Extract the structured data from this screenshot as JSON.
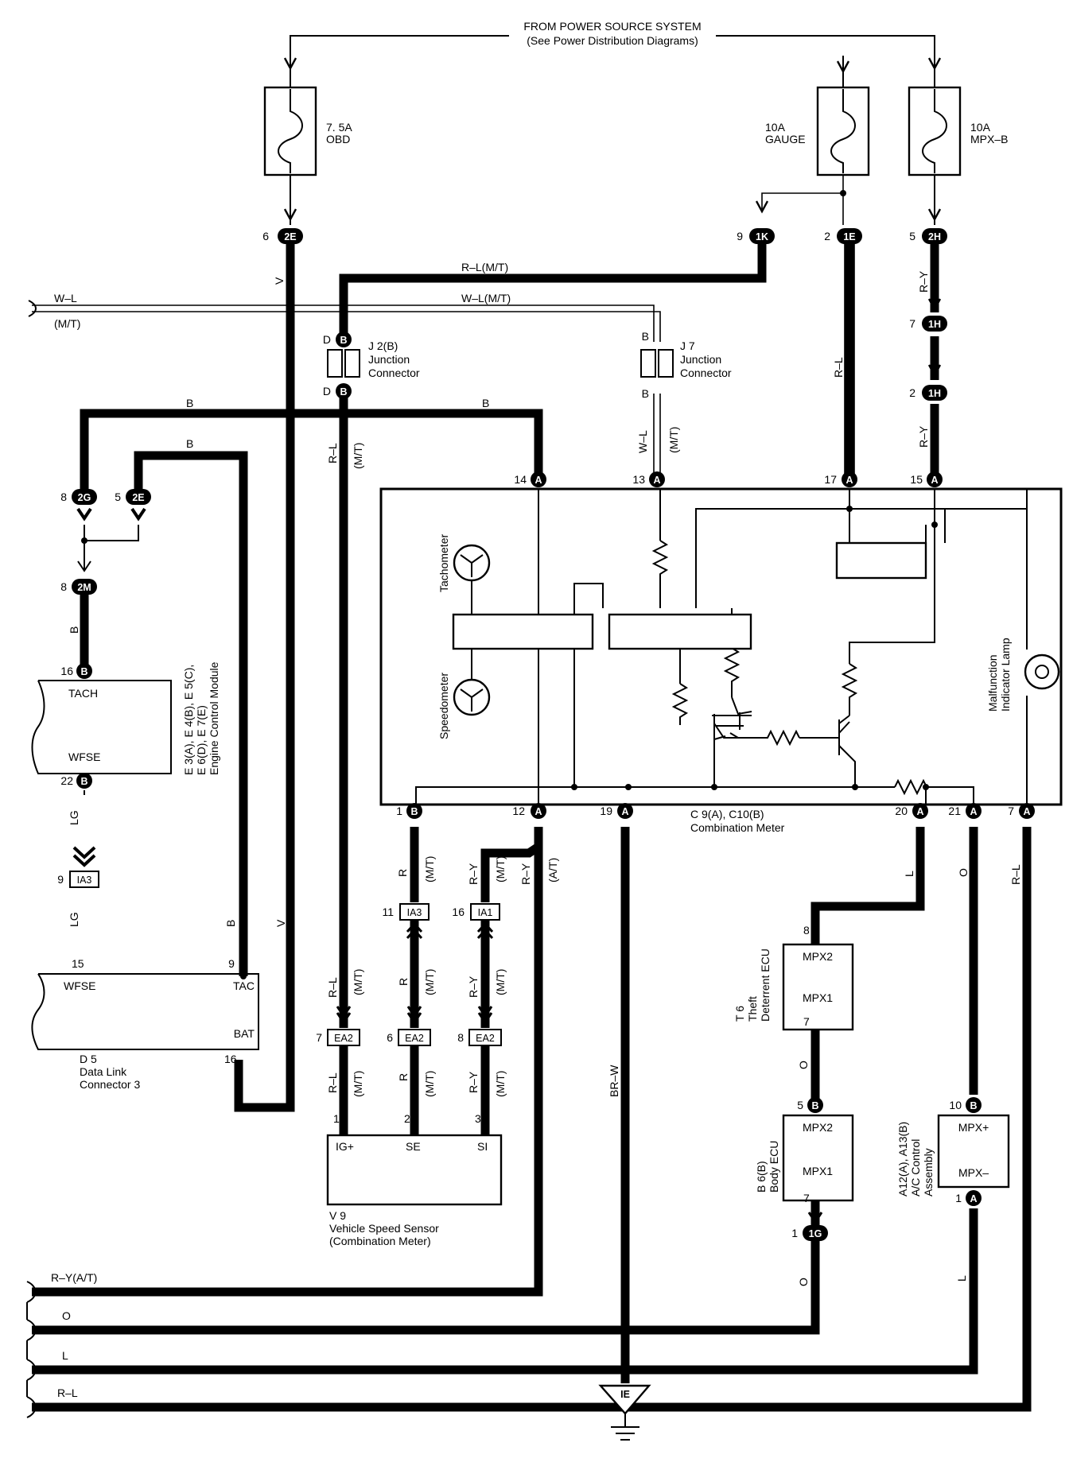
{
  "power_source": {
    "line1": "FROM POWER SOURCE SYSTEM",
    "line2": "(See Power Distribution Diagrams)"
  },
  "fuses": [
    {
      "rating": "7. 5A",
      "name": "OBD"
    },
    {
      "rating": "10A",
      "name": "GAUGE"
    },
    {
      "rating": "10A",
      "name": "MPX–B"
    }
  ],
  "connectors": {
    "c_2E_top": {
      "pin": "6",
      "id": "2E"
    },
    "c_1K": {
      "pin": "9",
      "id": "1K"
    },
    "c_1E": {
      "pin": "2",
      "id": "1E"
    },
    "c_2H": {
      "pin": "5",
      "id": "2H"
    },
    "c_1H_a": {
      "pin": "7",
      "id": "1H"
    },
    "c_1H_b": {
      "pin": "2",
      "id": "1H"
    },
    "c_J2_top": {
      "pin": "D",
      "id": "B"
    },
    "c_J2_bot": {
      "pin": "D",
      "id": "B"
    },
    "c_J7_top": {
      "pin": "B"
    },
    "c_J7_bot": {
      "pin": "B"
    },
    "c_2G": {
      "pin": "8",
      "id": "2G"
    },
    "c_2E_left": {
      "pin": "5",
      "id": "2E"
    },
    "c_2M": {
      "pin": "8",
      "id": "2M"
    },
    "c_16B": {
      "pin": "16",
      "id": "B"
    },
    "c_22B": {
      "pin": "22",
      "id": "B"
    },
    "c_IA3_left": {
      "pin": "9",
      "id": "IA3"
    },
    "m_14A": {
      "pin": "14",
      "id": "A"
    },
    "m_13A": {
      "pin": "13",
      "id": "A"
    },
    "m_17A": {
      "pin": "17",
      "id": "A"
    },
    "m_15A": {
      "pin": "15",
      "id": "A"
    },
    "m_1B": {
      "pin": "1",
      "id": "B"
    },
    "m_12A": {
      "pin": "12",
      "id": "A"
    },
    "m_19A": {
      "pin": "19",
      "id": "A"
    },
    "m_20A": {
      "pin": "20",
      "id": "A"
    },
    "m_21A": {
      "pin": "21",
      "id": "A"
    },
    "m_7A": {
      "pin": "7",
      "id": "A"
    },
    "c_IA3_mid": {
      "pin": "11",
      "id": "IA3"
    },
    "c_IA1": {
      "pin": "16",
      "id": "IA1"
    },
    "c_EA2_7": {
      "pin": "7",
      "id": "EA2"
    },
    "c_EA2_6": {
      "pin": "6",
      "id": "EA2"
    },
    "c_EA2_8": {
      "pin": "8",
      "id": "EA2"
    },
    "c_T6_8": {
      "pin": "8"
    },
    "c_T6_7": {
      "pin": "7"
    },
    "c_B6_5": {
      "pin": "5",
      "id": "B"
    },
    "c_B6_7": {
      "pin": "7"
    },
    "c_1G": {
      "pin": "1",
      "id": "1G"
    },
    "c_A12_10": {
      "pin": "10",
      "id": "B"
    },
    "c_A12_1": {
      "pin": "1",
      "id": "A"
    },
    "c_V9_1": {
      "pin": "1"
    },
    "c_V9_2": {
      "pin": "2"
    },
    "c_V9_3": {
      "pin": "3"
    },
    "c_D5_15": {
      "pin": "15"
    },
    "c_D5_9": {
      "pin": "9"
    },
    "c_D5_16": {
      "pin": "16"
    }
  },
  "wire_labels": {
    "v_top": "V",
    "rl_mt": "R–L(M/T)",
    "wl_mt": "W–L(M/T)",
    "wl_left": "W–L",
    "mt_left": "(M/T)",
    "ry_1": "R–Y",
    "rl_1e": "R–L",
    "ry_2": "R–Y",
    "b_1": "B",
    "b_2": "B",
    "b_3": "B",
    "rl_j2": "R–L",
    "mt_j2": "(M/T)",
    "wl_j7": "W–L",
    "mt_j7": "(M/T)",
    "b_2m": "B",
    "lg_1": "LG",
    "lg_2": "LG",
    "b_ecm": "B",
    "v_ecm": "V",
    "r_1": "R",
    "mt_r1": "(M/T)",
    "ry_ia1": "R–Y",
    "mt_ry1": "(M/T)",
    "ry_at": "R–Y",
    "at_1": "(A/T)",
    "brw": "BR–W",
    "l_20": "L",
    "o_21": "O",
    "rl_7": "R–L",
    "rl_ea": "R–L",
    "mt_ea": "(M/T)",
    "r_2": "R",
    "mt_r2": "(M/T)",
    "ry_3": "R–Y",
    "mt_ry3": "(M/T)",
    "rl_v9": "R–L",
    "mt_v9": "(M/T)",
    "r_v9": "R",
    "mt_rv9": "(M/T)",
    "ry_v9": "R–Y",
    "mt_ryv9": "(M/T)",
    "o_t6": "O",
    "o_1g": "O",
    "l_a12": "L",
    "bus_ry": "R–Y(A/T)",
    "bus_o": "O",
    "bus_l": "L",
    "bus_rl": "R–L"
  },
  "components": {
    "j2": {
      "id": "J 2(B)",
      "l1": "Junction",
      "l2": "Connector"
    },
    "j7": {
      "id": "J 7",
      "l1": "Junction",
      "l2": "Connector"
    },
    "ecm": {
      "tach": "TACH",
      "wfse": "WFSE",
      "l1": "E 3(A), E 4(B), E 5(C),",
      "l2": "E 6(D), E 7(E)",
      "l3": "Engine Control Module"
    },
    "dlc": {
      "wfse": "WFSE",
      "tac": "TAC",
      "bat": "BAT",
      "id": "D 5",
      "l1": "Data Link",
      "l2": "Connector 3"
    },
    "meter": {
      "tach": "Tachometer",
      "speedo": "Speedometer",
      "mil1": "Malfunction",
      "mil2": "Indicator Lamp",
      "id": "C 9(A), C10(B)",
      "name": "Combination Meter"
    },
    "v9": {
      "ig": "IG+",
      "se": "SE",
      "si": "SI",
      "id": "V 9",
      "l1": "Vehicle Speed Sensor",
      "l2": "(Combination Meter)"
    },
    "t6": {
      "p1": "MPX2",
      "p2": "MPX1",
      "id": "T 6",
      "l1": "Theft",
      "l2": "Deterrent ECU"
    },
    "b6": {
      "p1": "MPX2",
      "p2": "MPX1",
      "id": "B 6(B)",
      "l1": "Body ECU"
    },
    "a12": {
      "p1": "MPX+",
      "p2": "MPX–",
      "id": "A12(A), A13(B)",
      "l1": "A/C Control",
      "l2": "Assembly"
    },
    "ground": {
      "id": "IE"
    }
  }
}
